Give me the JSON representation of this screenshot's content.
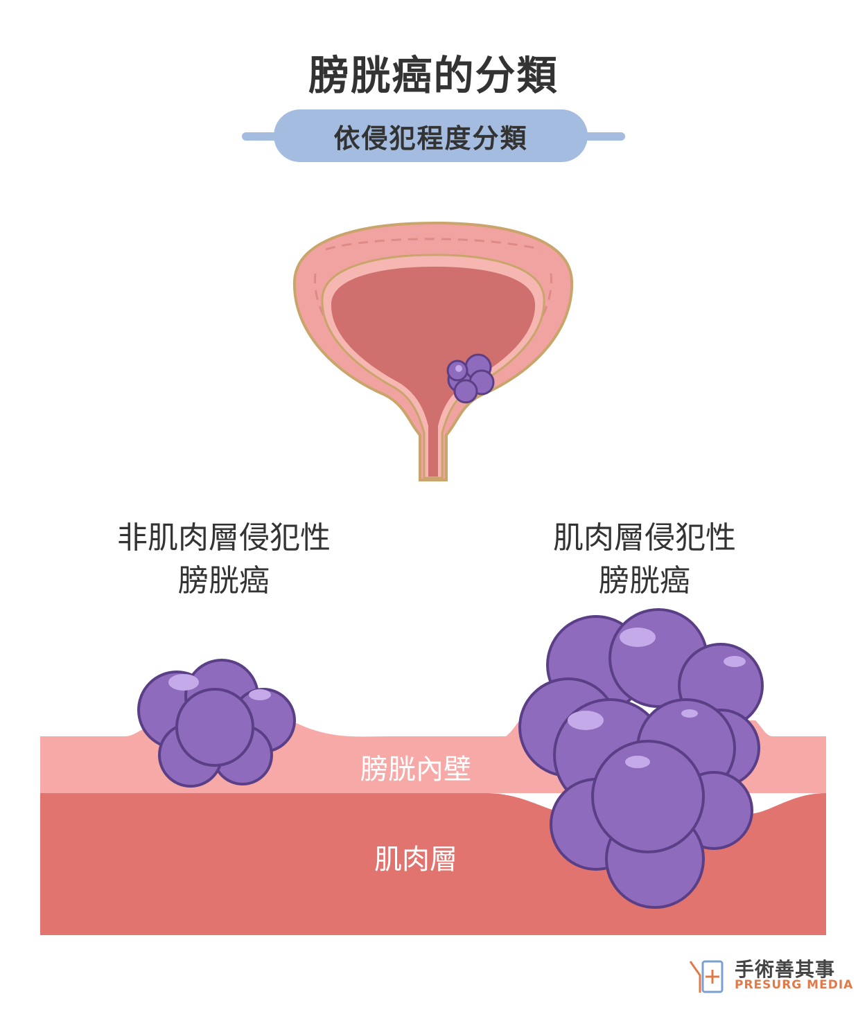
{
  "title": "膀胱癌的分類",
  "subtitle": "依侵犯程度分類",
  "labels": {
    "non_invasive_line1": "非肌肉層侵犯性",
    "non_invasive_line2": "膀胱癌",
    "invasive_line1": "肌肉層侵犯性",
    "invasive_line2": "膀胱癌",
    "bladder_wall": "膀胱內壁",
    "muscle_layer": "肌肉層"
  },
  "brand": {
    "name_cn": "手術善其事",
    "name_en": "PRESURG MEDIA"
  },
  "colors": {
    "title_text": "#333333",
    "pill": "#a3bcdf",
    "bladder_wall": "#f0a3a0",
    "bladder_outline": "#c9a56b",
    "bladder_inner": "#d0706e",
    "tumor": "#8e6bbd",
    "tumor_outline": "#5a3f86",
    "inner_wall_layer": "#f7a9a8",
    "muscle_layer": "#e27470",
    "brand_accent": "#e07a4a"
  }
}
